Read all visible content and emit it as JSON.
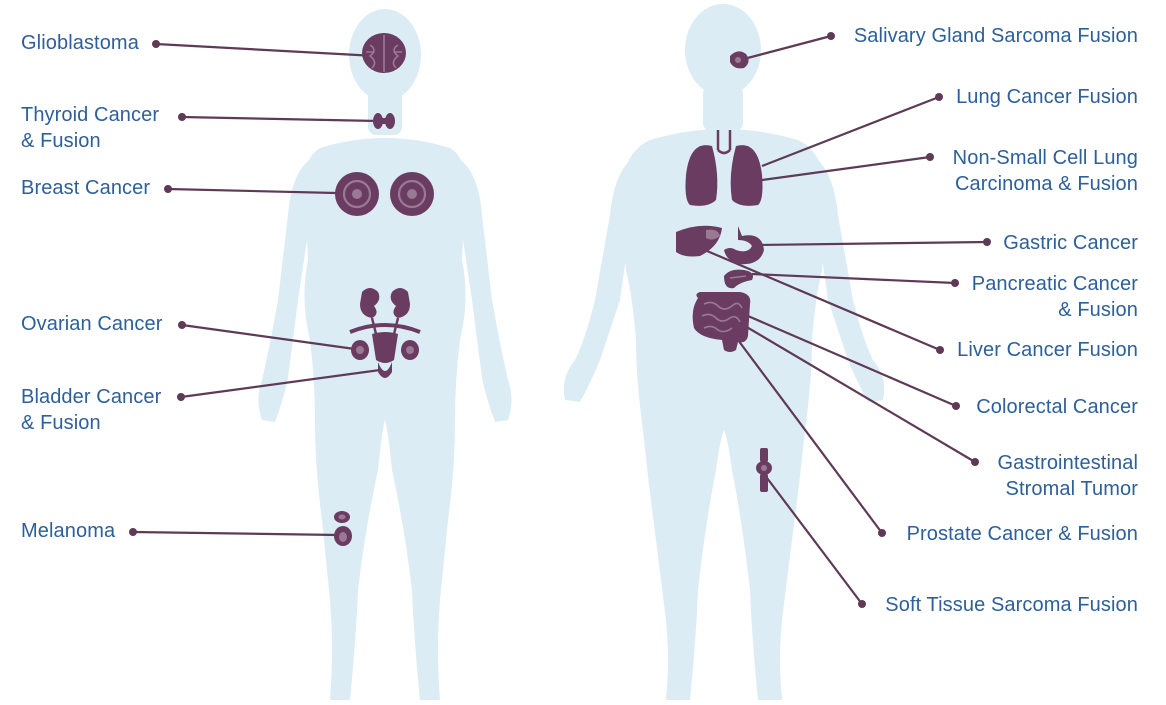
{
  "colors": {
    "silhouette": "#dcecf4",
    "organ": "#6a3c62",
    "organ_light": "#9a7a93",
    "leader": "#5e3a57",
    "label_text": "#2d5f9a"
  },
  "female_figure": {
    "labels": {
      "glioblastoma": "Glioblastoma",
      "thyroid_1": "Thyroid Cancer",
      "thyroid_2": "& Fusion",
      "breast": "Breast Cancer",
      "ovarian": "Ovarian Cancer",
      "bladder_1": "Bladder Cancer",
      "bladder_2": "& Fusion",
      "melanoma": "Melanoma"
    },
    "organ_icons": [
      "brain-icon",
      "thyroid-icon",
      "breast-icon",
      "uterus-icon",
      "kidney-icon",
      "skin-lesion-icon"
    ]
  },
  "male_figure": {
    "labels": {
      "salivary": "Salivary Gland Sarcoma Fusion",
      "lung": "Lung Cancer Fusion",
      "nsclc_1": "Non-Small Cell Lung",
      "nsclc_2": "Carcinoma & Fusion",
      "gastric": "Gastric Cancer",
      "pancreatic_1": "Pancreatic Cancer",
      "pancreatic_2": "& Fusion",
      "liver": "Liver Cancer Fusion",
      "colorectal": "Colorectal Cancer",
      "gist_1": "Gastrointestinal",
      "gist_2": "Stromal Tumor",
      "prostate": "Prostate Cancer & Fusion",
      "soft_tissue": "Soft Tissue Sarcoma Fusion"
    },
    "organ_icons": [
      "salivary-gland-icon",
      "lungs-icon",
      "liver-icon",
      "stomach-icon",
      "pancreas-icon",
      "intestine-icon",
      "knee-joint-icon"
    ]
  }
}
